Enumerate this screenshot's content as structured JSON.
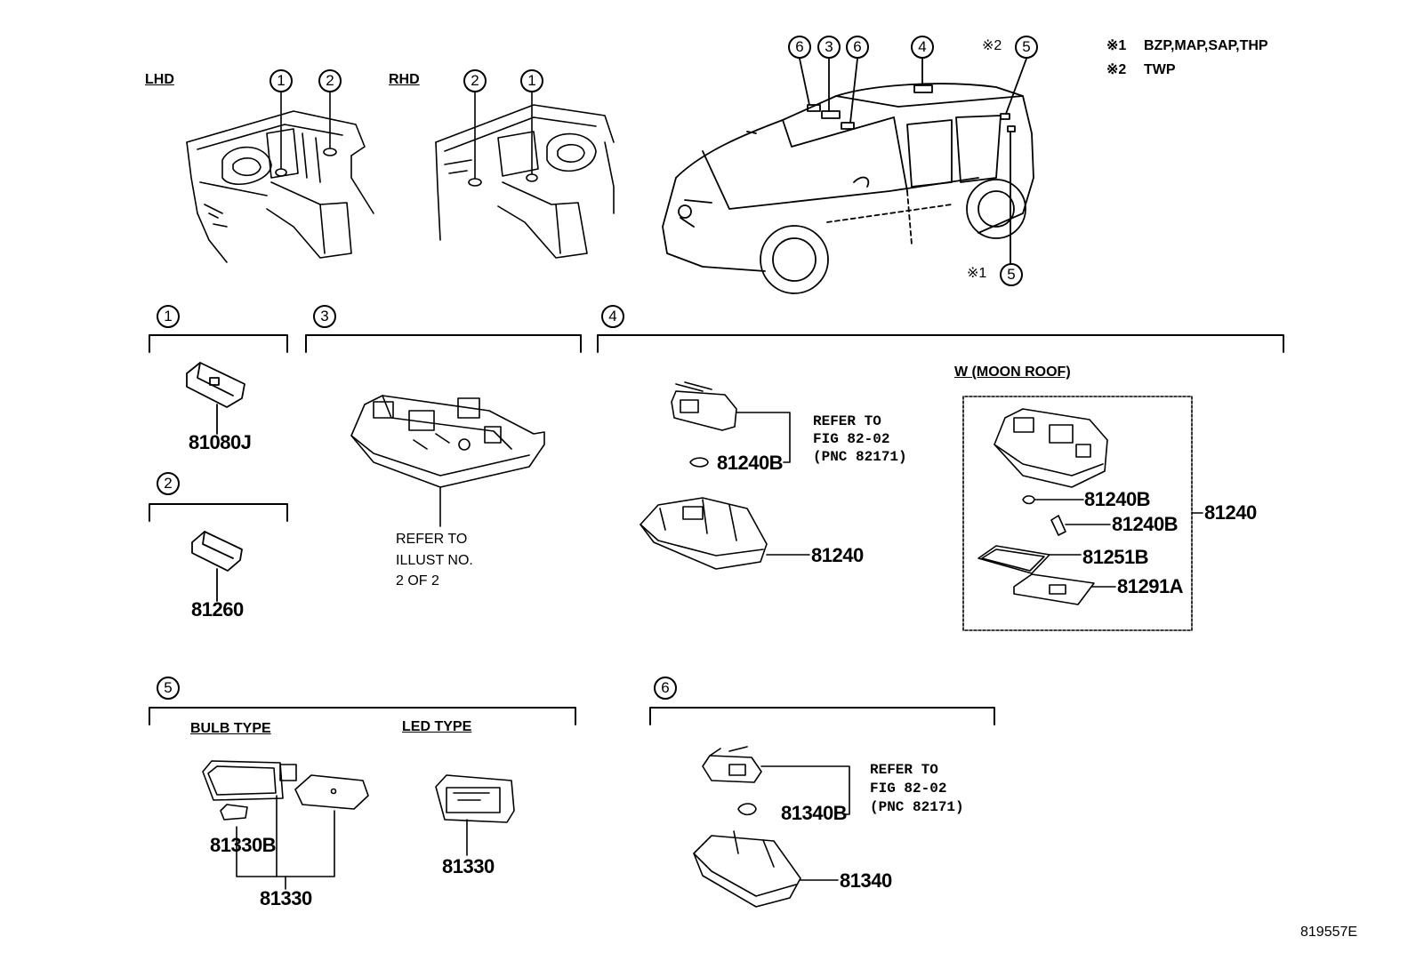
{
  "legend": {
    "note1_mark": "※1",
    "note1_text": "BZP,MAP,SAP,THP",
    "note2_mark": "※2",
    "note2_text": "TWP"
  },
  "overview": {
    "lhd_label": "LHD",
    "rhd_label": "RHD",
    "lhd_callouts": [
      "1",
      "2"
    ],
    "rhd_callouts": [
      "2",
      "1"
    ],
    "vehicle_callouts": [
      "6",
      "3",
      "6",
      "4",
      "5",
      "5"
    ],
    "vehicle_note_top": "※2",
    "vehicle_note_bottom": "※1"
  },
  "sections": {
    "s1": {
      "number": "1",
      "part": "81080J"
    },
    "s2": {
      "number": "2",
      "part": "81260"
    },
    "s3": {
      "number": "3",
      "refer_lines": [
        "REFER TO",
        "ILLUST NO.",
        "2 OF 2"
      ]
    },
    "s4": {
      "number": "4",
      "refer_lines": [
        "REFER TO",
        "FIG 82-02",
        "(PNC 82171)"
      ],
      "bulb": "81240B",
      "assy": "81240",
      "moonroof_label": "W (MOON ROOF)",
      "moonroof_parts": [
        "81240B",
        "81240B",
        "81251B",
        "81291A"
      ],
      "moonroof_assy": "81240"
    },
    "s5": {
      "number": "5",
      "bulb_type_label": "BULB TYPE",
      "led_type_label": "LED TYPE",
      "bulb": "81330B",
      "assy_bulb": "81330",
      "assy_led": "81330"
    },
    "s6": {
      "number": "6",
      "refer_lines": [
        "REFER TO",
        "FIG 82-02",
        "(PNC 82171)"
      ],
      "bulb": "81340B",
      "assy": "81340"
    }
  },
  "illustration_id": "819557E"
}
